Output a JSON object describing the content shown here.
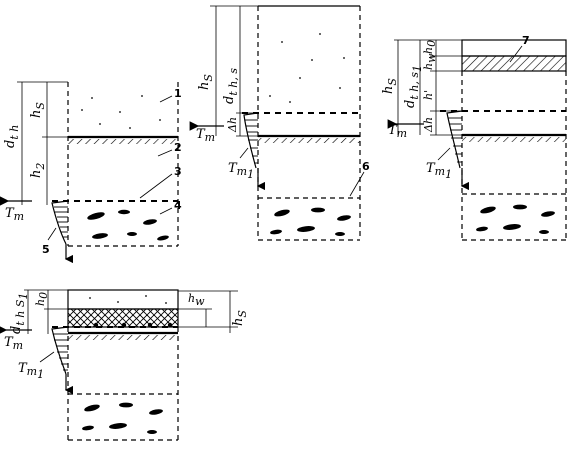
{
  "panels": {
    "p1": {
      "dim_total": "d",
      "dim_total_sub": "t h",
      "dim_snow": "h",
      "dim_snow_sub": "S",
      "dim_layer2": "h",
      "dim_layer2_sub": "2",
      "temp": "T",
      "temp_sub": "m",
      "callouts": [
        "1",
        "2",
        "3",
        "4",
        "5"
      ]
    },
    "p2": {
      "dim_total": "d",
      "dim_total_sub": "t h, s",
      "dim_snow": "h",
      "dim_snow_sub": "S",
      "dim_delta": "Δh",
      "temp": "T",
      "temp_sub": "m",
      "temp1": "T",
      "temp1_sub": "m",
      "temp1_sub2": "1",
      "callouts": [
        "6"
      ]
    },
    "p3": {
      "dim_total": "d",
      "dim_total_sub": "t h, s",
      "dim_total_sub2": "1",
      "dim_snow": "h",
      "dim_snow_sub": "S",
      "dim_hw": "h",
      "dim_hw_sub": "w",
      "dim_h0": "h",
      "dim_h0_sub": "0",
      "dim_hprime": "h'",
      "dim_delta": "Δh",
      "temp": "T",
      "temp_sub": "m",
      "temp1": "T",
      "temp1_sub": "m",
      "temp1_sub2": "1",
      "callouts": [
        "7"
      ]
    },
    "p4": {
      "dim_total": "d",
      "dim_total_sub": "t h S",
      "dim_total_sub2": "1",
      "dim_h0": "h",
      "dim_h0_sub": "0",
      "dim_hw": "h",
      "dim_hw_sub": "w",
      "dim_snow": "h",
      "dim_snow_sub": "S",
      "temp": "T",
      "temp_sub": "m",
      "temp1": "T",
      "temp1_sub": "m",
      "temp1_sub2": "1"
    }
  }
}
